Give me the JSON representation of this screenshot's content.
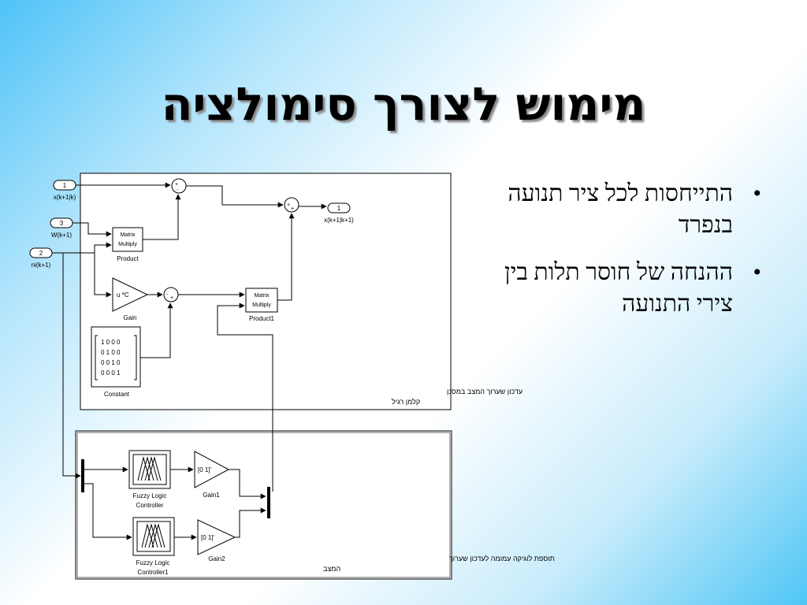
{
  "slide": {
    "title": "מימוש לצורך סימולציה",
    "bullets": [
      {
        "symbol": "•",
        "text": "התייחסות לכל ציר תנועה בנפרד"
      },
      {
        "symbol": "•",
        "text": "ההנחה של חוסר תלות בין צירי התנועה"
      }
    ]
  },
  "diagram": {
    "inports": [
      {
        "num": "1",
        "label": "x(k+1|k)"
      },
      {
        "num": "3",
        "label": "W(k+1)"
      },
      {
        "num": "2",
        "label": "ni(k+1)"
      }
    ],
    "outport": {
      "num": "1",
      "label": "x(k+1|k+1)"
    },
    "product": {
      "line1": "Matrix",
      "line2": "Multiply",
      "label": "Product"
    },
    "product1": {
      "line1": "Matrix",
      "line2": "Multiply",
      "label": "Product1"
    },
    "gain": {
      "text": "u *C",
      "label": "Gain"
    },
    "constant": {
      "rows": [
        "1  0  0  0",
        "0  1  0  0",
        "0  0  1  0",
        "0  0  0  1"
      ],
      "label": "Constant"
    },
    "top_subsystem_note": [
      "עדכון שערוך המצב במסנן",
      "קלמן רגיל"
    ],
    "fuzzy1": {
      "label1": "Fuzzy Logic",
      "label2": "Controller"
    },
    "fuzzy2": {
      "label1": "Fuzzy Logic",
      "label2": "Controller1"
    },
    "gain1": {
      "text": "[0 1]'",
      "label": "Gain1"
    },
    "gain2": {
      "text": "[0 1]'",
      "label": "Gain2"
    },
    "bottom_subsystem_note": [
      "תוספת לוגיקה עמומה לעדכון שערוך",
      "המצב"
    ]
  }
}
